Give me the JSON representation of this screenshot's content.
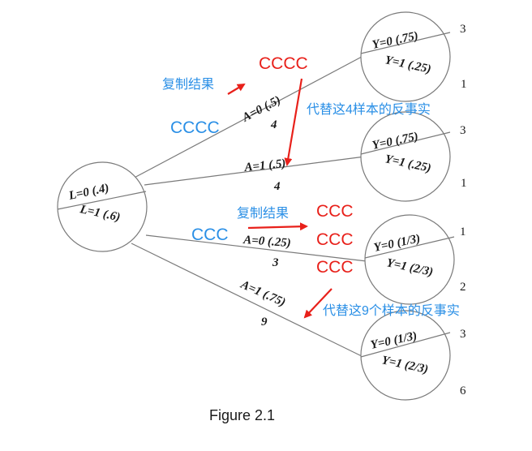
{
  "root": {
    "top_label": "L=0 (.4)",
    "bottom_label": "L=1 (.6)"
  },
  "branches": [
    {
      "label": "A=0 (.5)",
      "count": "4",
      "leaf": {
        "top_label": "Y=0 (.75)",
        "bottom_label": "Y=1 (.25)",
        "top_count": "3",
        "bottom_count": "1"
      }
    },
    {
      "label": "A=1 (.5)",
      "count": "4",
      "leaf": {
        "top_label": "Y=0 (.75)",
        "bottom_label": "Y=1 (.25)",
        "top_count": "3",
        "bottom_count": "1"
      }
    },
    {
      "label": "A=0 (.25)",
      "count": "3",
      "leaf": {
        "top_label": "Y=0 (1/3)",
        "bottom_label": "Y=1 (2/3)",
        "top_count": "1",
        "bottom_count": "2"
      }
    },
    {
      "label": "A=1 (.75)",
      "count": "9",
      "leaf": {
        "top_label": "Y=0 (1/3)",
        "bottom_label": "Y=1 (2/3)",
        "top_count": "3",
        "bottom_count": "6"
      }
    }
  ],
  "annotations": {
    "copy_result_1": "复制结果",
    "copy_result_2": "复制结果",
    "replace_4": "代替这4样本的反事实",
    "replace_9": "代替这9个样本的反事实",
    "blue_cccc": "CCCC",
    "red_cccc": "CCCC",
    "blue_ccc": "CCC",
    "red_ccc_1": "CCC",
    "red_ccc_2": "CCC",
    "red_ccc_3": "CCC"
  },
  "caption": "Figure 2.1",
  "colors": {
    "red": "#e8201a",
    "blue": "#2a8fe6",
    "line": "#7a7a7a",
    "text": "#1a1a1a"
  }
}
